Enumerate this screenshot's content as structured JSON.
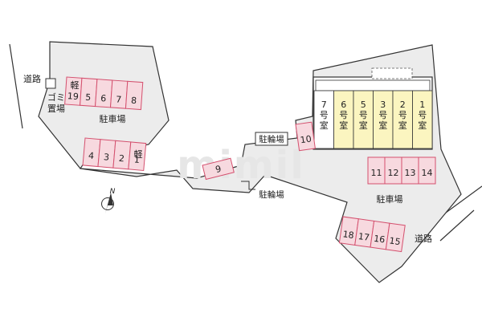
{
  "labels": {
    "road_west": "道路",
    "road_east": "道路",
    "garbage_line1": "ゴミ",
    "garbage_line2": "置場",
    "parking_west": "駐車場",
    "parking_east": "駐車場",
    "bike_north": "駐輪場",
    "bike_south": "駐輪場",
    "light_car": "軽",
    "compass_n": "N"
  },
  "rooms": [
    {
      "num": "7",
      "chars": [
        "号",
        "室"
      ],
      "highlight": false
    },
    {
      "num": "6",
      "chars": [
        "号",
        "室"
      ],
      "highlight": true
    },
    {
      "num": "5",
      "chars": [
        "号",
        "室"
      ],
      "highlight": true
    },
    {
      "num": "3",
      "chars": [
        "号",
        "室"
      ],
      "highlight": true
    },
    {
      "num": "2",
      "chars": [
        "号",
        "室"
      ],
      "highlight": true
    },
    {
      "num": "1",
      "chars": [
        "号",
        "室"
      ],
      "highlight": true
    }
  ],
  "parking_spots": [
    "19",
    "5",
    "6",
    "7",
    "8",
    "4",
    "3",
    "2",
    "1",
    "9",
    "10",
    "11",
    "12",
    "13",
    "14",
    "18",
    "17",
    "16",
    "15"
  ],
  "watermark": "mimil",
  "colors": {
    "lot_fill": "#ececec",
    "lot_stroke": "#333333",
    "spot_pink": "#f7d9df",
    "spot_stroke": "#d4506e",
    "room_yellow": "#fbf5c0",
    "room_white": "#ffffff",
    "line_dark": "#333333"
  }
}
